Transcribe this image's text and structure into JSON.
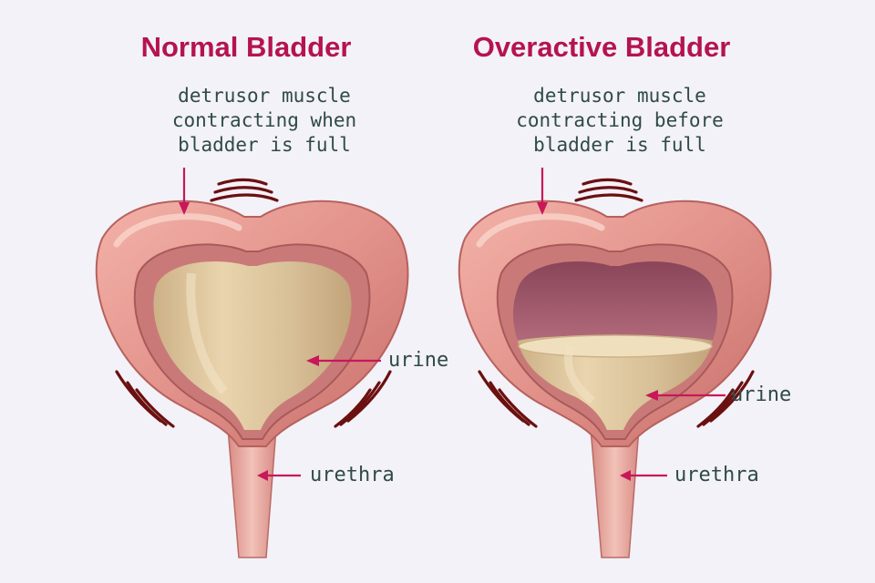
{
  "panels": [
    {
      "title": "Normal Bladder",
      "caption": [
        "detrusor muscle",
        "contracting when",
        "bladder is full"
      ],
      "urine_label": "urine",
      "urethra_label": "urethra"
    },
    {
      "title": "Overactive Bladder",
      "caption": [
        "detrusor muscle",
        "contracting before",
        "bladder  is full"
      ],
      "urine_label": "urine",
      "urethra_label": "urethra"
    }
  ],
  "colors": {
    "background": "#f3f2f8",
    "title": "#b5134f",
    "caption_text": "#2f4a48",
    "pointer": "#c8175a",
    "bladder_wall": "#e08f87",
    "urine": "#d9c09a",
    "empty_space": "#9a5566",
    "vibration": "#6b1010"
  }
}
